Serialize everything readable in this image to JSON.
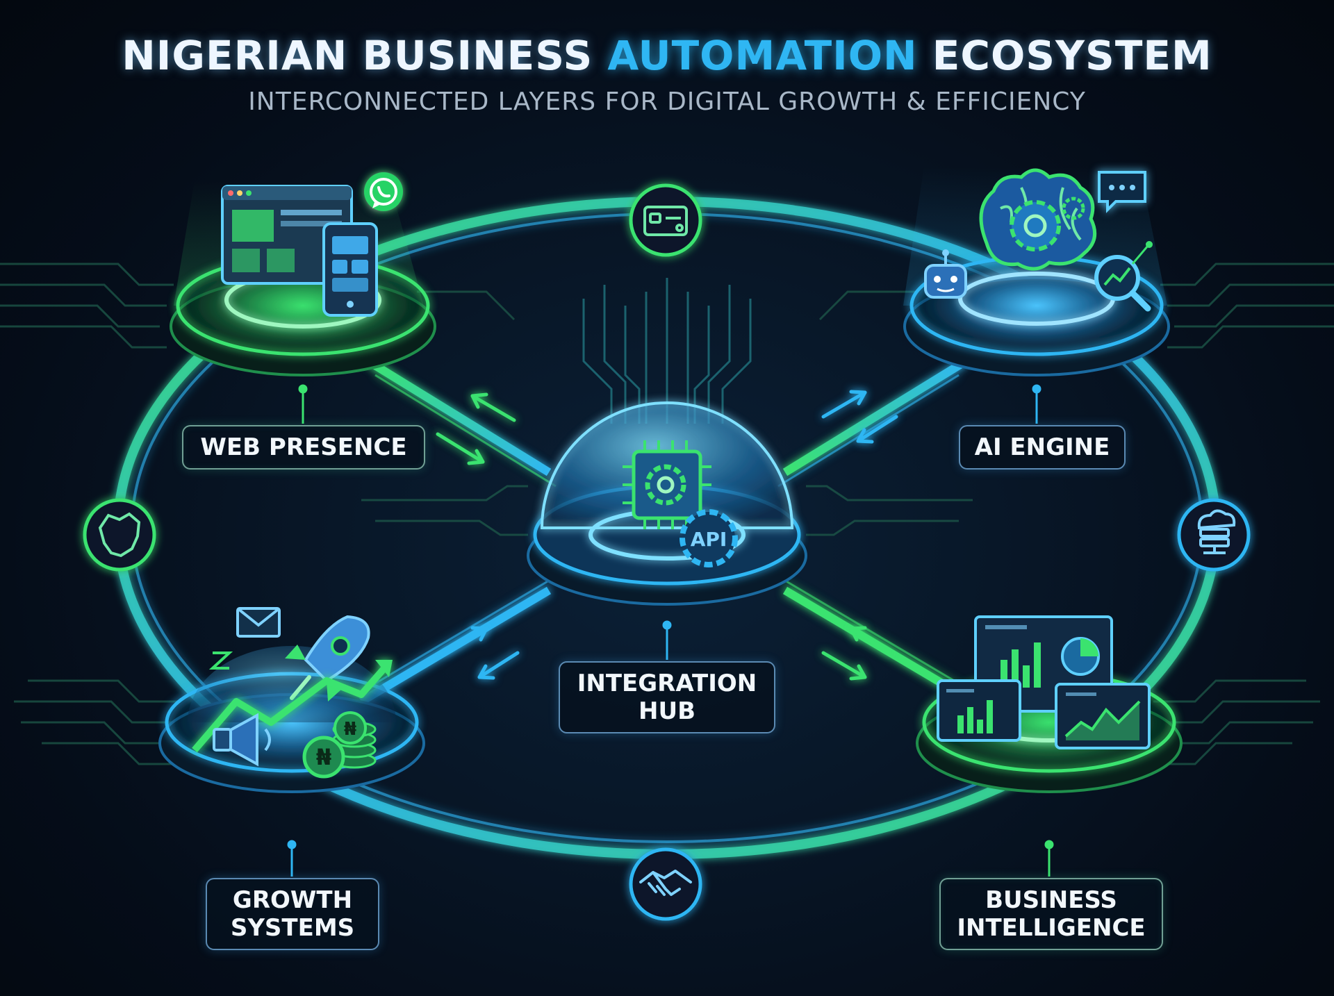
{
  "header": {
    "title_part1": "NIGERIAN BUSINESS ",
    "title_accent": "AUTOMATION",
    "title_part2": " ECOSYSTEM",
    "subtitle": "INTERCONNECTED LAYERS FOR DIGITAL GROWTH & EFFICIENCY"
  },
  "nodes": {
    "web_presence": "WEB PRESENCE",
    "ai_engine": "AI ENGINE",
    "integration_hub": "INTEGRATION\nHUB",
    "growth_systems": "GROWTH\nSYSTEMS",
    "business_intelligence": "BUSINESS\nINTELLIGENCE"
  },
  "hub_chip_text": "API",
  "currency_symbol": "₦",
  "ring_icons": [
    "credit-card-icon",
    "nigeria-map-icon",
    "cloud-server-icon",
    "handshake-icon"
  ],
  "node_icons": {
    "web_presence": [
      "browser-window-icon",
      "smartphone-icon",
      "whatsapp-icon"
    ],
    "ai_engine": [
      "brain-icon",
      "gear-icon",
      "robot-icon",
      "chat-bubble-icon",
      "magnifier-chart-icon"
    ],
    "integration_hub": [
      "microchip-icon",
      "gear-icon",
      "api-gear-icon"
    ],
    "growth_systems": [
      "rocket-icon",
      "envelope-icon",
      "megaphone-icon",
      "naira-coin-icon",
      "trend-arrow-icon",
      "hourglass-icon"
    ],
    "business_intelligence": [
      "dashboard-bar-chart-icon",
      "pie-chart-icon",
      "line-chart-icon"
    ]
  },
  "colors": {
    "background": "#06101d",
    "green": "#3be36f",
    "blue": "#2fb6f3",
    "label_text": "#f2f7fb",
    "title_text": "#eef6ff",
    "subtitle_text": "#a9b8c8"
  }
}
